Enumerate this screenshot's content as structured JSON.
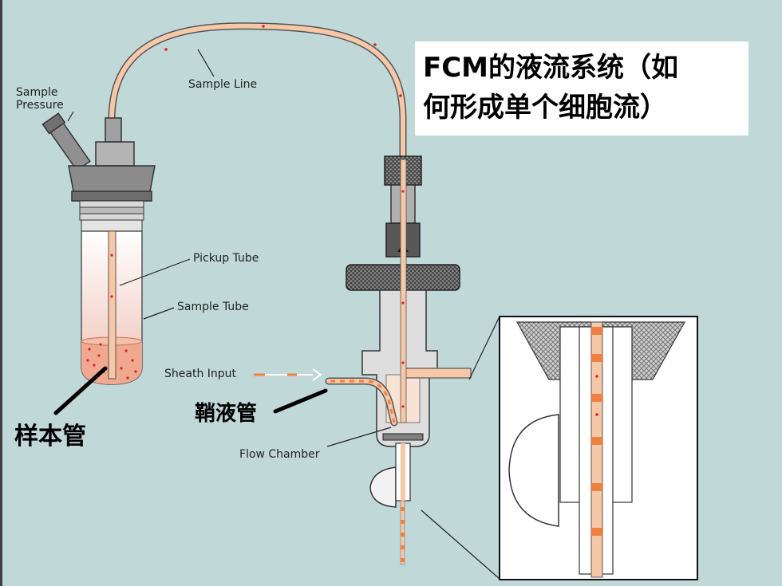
{
  "title": {
    "line1": "FCM的液流系统（如",
    "line2": "何形成单个细胞流）"
  },
  "labels": {
    "sample_pressure": [
      "Sample",
      "Pressure"
    ],
    "sample_line": "Sample Line",
    "pickup_tube": "Pickup Tube",
    "sample_tube": "Sample Tube",
    "sheath_input": "Sheath Input",
    "flow_chamber": "Flow Chamber"
  },
  "annotations": {
    "sample_tube_cn": "样本管",
    "sheath_tube_cn": "鞘液管"
  },
  "colors": {
    "background": "#c0d8d8",
    "tube_fill": "#f6c8a8",
    "sample_fluid": "#f0a890",
    "cells": "#e02020",
    "sheath_dash": "#f08040",
    "metal_dark": "#505050",
    "metal_mid": "#909090"
  }
}
